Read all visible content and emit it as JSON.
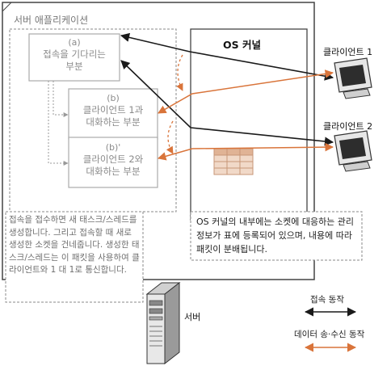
{
  "app": {
    "title": "서버 애플리케이션",
    "box_a": {
      "tag": "(a)",
      "line1": "접속을 기다리는",
      "line2": "부분"
    },
    "box_b": {
      "tag": "(b)",
      "line1": "클라이언트 1과",
      "line2": "대화하는 부분"
    },
    "box_b2": {
      "tag": "(b)'",
      "line1": "클라이언트 2와",
      "line2": "대화하는 부분"
    }
  },
  "kernel": {
    "title": "OS 커널"
  },
  "clients": {
    "client1": "클라이언트 1",
    "client2": "클라이언트 2"
  },
  "server": {
    "label": "서버"
  },
  "notes": {
    "left": "접속을 접수하면 새 태스크/스레드를 생성합니다. 그리고 접속할 때 새로 생성한 소켓을 건네줍니다. 생성한 태스크/스레드는 이 패킷을 사용하여 클라이언트와 1 대 1로 통신합니다.",
    "right": "OS 커널의 내부에는 소켓에 대응하는 관리 정보가 표에 등록되어 있으며, 내용에 따라 패킷이 분배됩니다."
  },
  "legend": {
    "connect": "접속 동작",
    "data": "데이터 송·수신 동작"
  },
  "colors": {
    "connect_arrow": "#1a1a1a",
    "data_arrow": "#d9743a",
    "faded_text": "#8a8a8a",
    "frame": "#444444"
  }
}
